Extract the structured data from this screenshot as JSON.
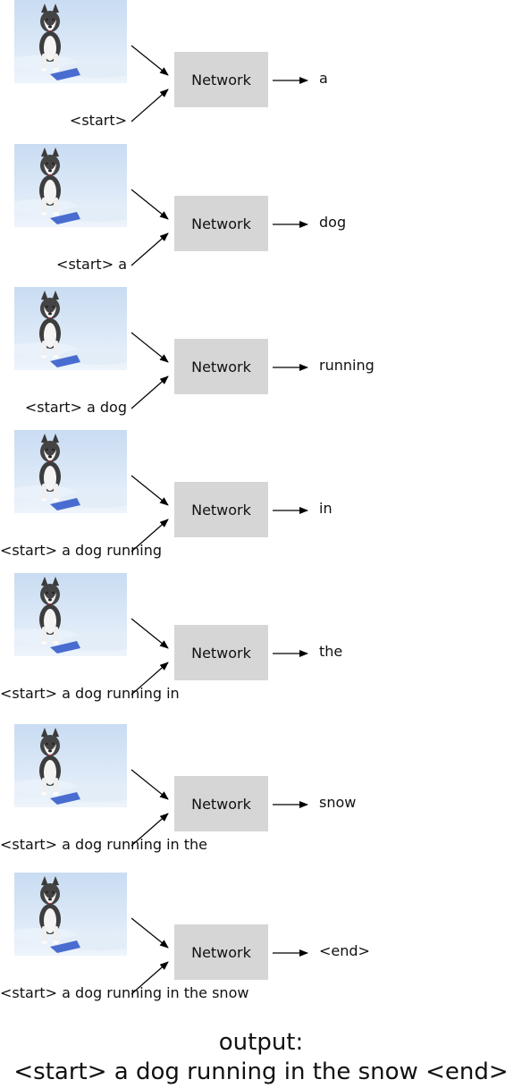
{
  "network_label": "Network",
  "steps": [
    {
      "input": "<start>",
      "output": "a"
    },
    {
      "input": "<start> a",
      "output": "dog"
    },
    {
      "input": "<start> a dog",
      "output": "running"
    },
    {
      "input": "<start> a dog running",
      "output": "in"
    },
    {
      "input": "<start> a dog running in",
      "output": "the"
    },
    {
      "input": "<start> a dog running in the",
      "output": "snow"
    },
    {
      "input": "<start> a dog running in the snow",
      "output": "<end>"
    }
  ],
  "final": {
    "heading": "output:",
    "sentence": "<start> a dog running in the snow <end>"
  },
  "image_icon": "husky-in-snow-photo"
}
